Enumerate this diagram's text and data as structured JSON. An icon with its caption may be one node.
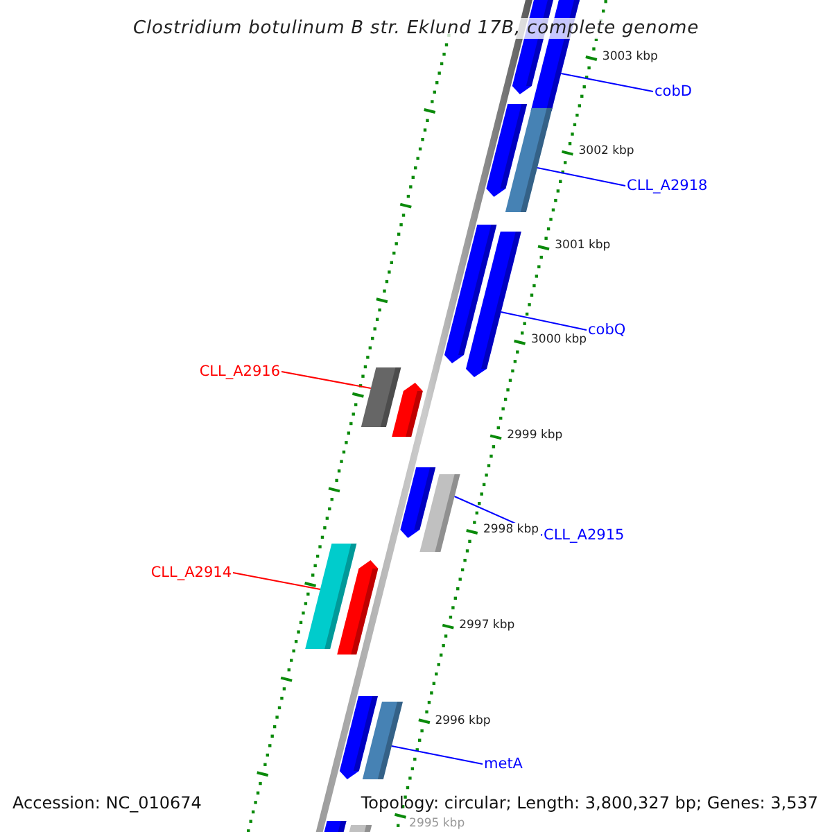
{
  "diagram": {
    "title": "Clostridium botulinum B str. Eklund 17B, complete genome",
    "nodes": [
      {
        "text": [
          "cobD"
        ]
      },
      {
        "text": [],
        "shape": "bar"
      },
      {
        "text": [
          "CLL_A2918"
        ]
      },
      {
        "text": [],
        "shape": "bar"
      },
      {
        "text": [
          "cobQ"
        ]
      },
      {
        "text": [],
        "shape": "bar"
      },
      {
        "text": [
          "CLL_A2916"
        ]
      },
      {
        "text": [],
        "shape": "bar"
      },
      {
        "text": [
          "CLL_A2915"
        ]
      },
      {
        "text": [],
        "shape": "bar"
      },
      {
        "text": [
          "CLL_A2914"
        ]
      },
      {
        "text": [],
        "shape": "bar"
      },
      {
        "text": [
          "metA"
        ]
      },
      {
        "text": [],
        "shape": "bar"
      }
    ],
    "edges": [
      {
        "from": 0,
        "to": 1,
        "arrow": "none"
      },
      {
        "from": 2,
        "to": 3,
        "arrow": "none"
      },
      {
        "from": 4,
        "to": 5,
        "arrow": "none"
      },
      {
        "from": 6,
        "to": 7,
        "arrow": "none",
        "color": "#ff0000"
      },
      {
        "from": 8,
        "to": 9,
        "arrow": "none"
      },
      {
        "from": 10,
        "to": 11,
        "arrow": "none",
        "color": "#ff0000"
      },
      {
        "from": 12,
        "to": 13,
        "arrow": "none"
      }
    ],
    "labels": [
      "3003 kbp",
      "3002 kbp",
      "3001 kbp",
      "3000 kbp",
      "2999 kbp",
      "2998 kbp",
      "2997 kbp",
      "2996 kbp",
      "Accession: NC_010674",
      "Topology: circular; Length: 3,800,327 bp; Genes: 3,537",
      "2995 kbp"
    ]
  }
}
